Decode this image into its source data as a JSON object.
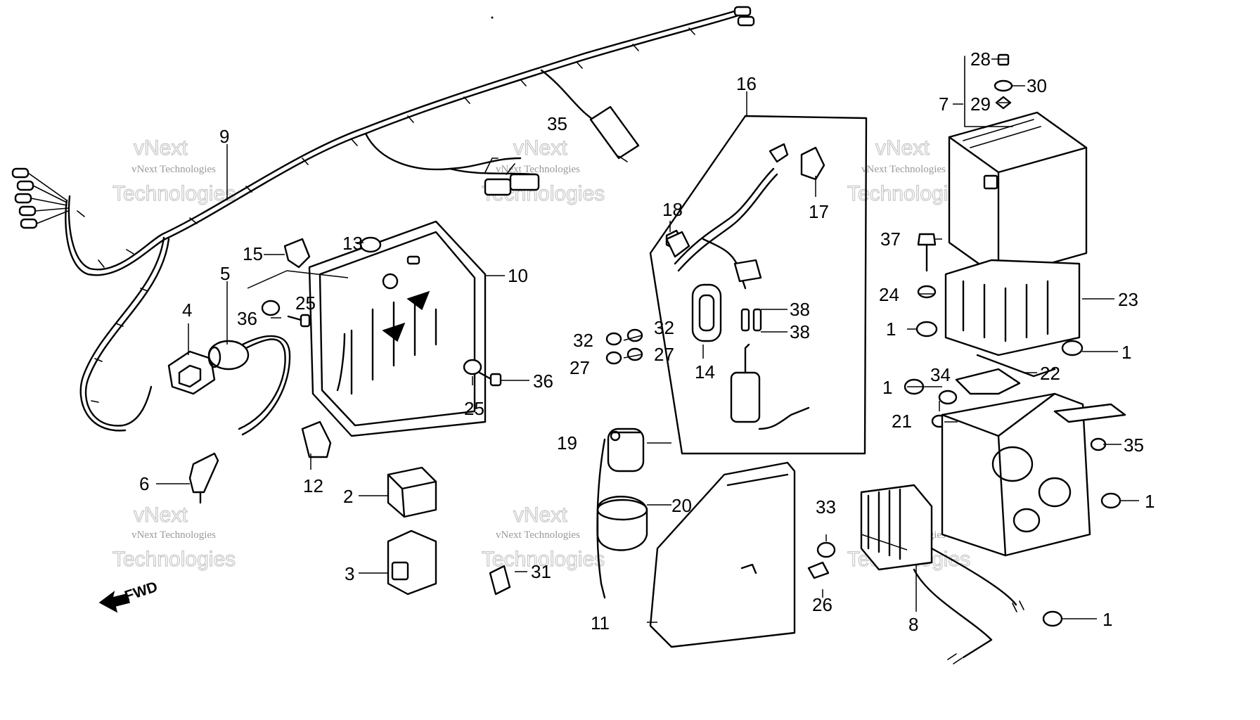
{
  "diagram": {
    "callouts": [
      "1",
      "2",
      "3",
      "4",
      "5",
      "6",
      "7",
      "8",
      "9",
      "10",
      "11",
      "12",
      "13",
      "14",
      "15",
      "16",
      "17",
      "18",
      "19",
      "20",
      "21",
      "22",
      "23",
      "24",
      "25",
      "26",
      "27",
      "28",
      "29",
      "30",
      "31",
      "32",
      "33",
      "34",
      "35",
      "36",
      "37",
      "38"
    ],
    "direction_label": "FWD",
    "watermark_small": "vNext Technologies",
    "watermark_big": "Technologies",
    "watermark_top": "vNext"
  }
}
